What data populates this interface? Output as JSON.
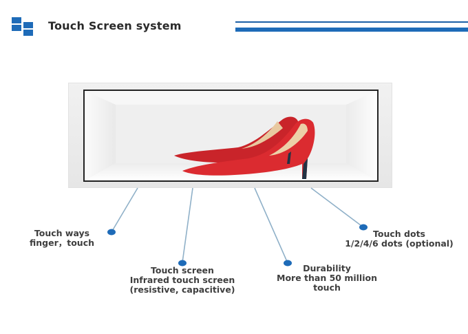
{
  "header": {
    "title": "Touch Screen system",
    "accent_color": "#1e6bb8"
  },
  "display": {
    "product_image": "red-high-heel-shoes",
    "shoe_color": "#d8282e"
  },
  "callouts": [
    {
      "heading": "Touch ways",
      "lines": [
        "finger，touch"
      ]
    },
    {
      "heading": "Touch screen",
      "lines": [
        "Infrared touch screen",
        "(resistive, capacitive)"
      ]
    },
    {
      "heading": "Durability",
      "lines": [
        "More than 50 million",
        "touch"
      ]
    },
    {
      "heading": "Touch dots",
      "lines": [
        "1/2/4/6 dots (optional)"
      ]
    }
  ]
}
